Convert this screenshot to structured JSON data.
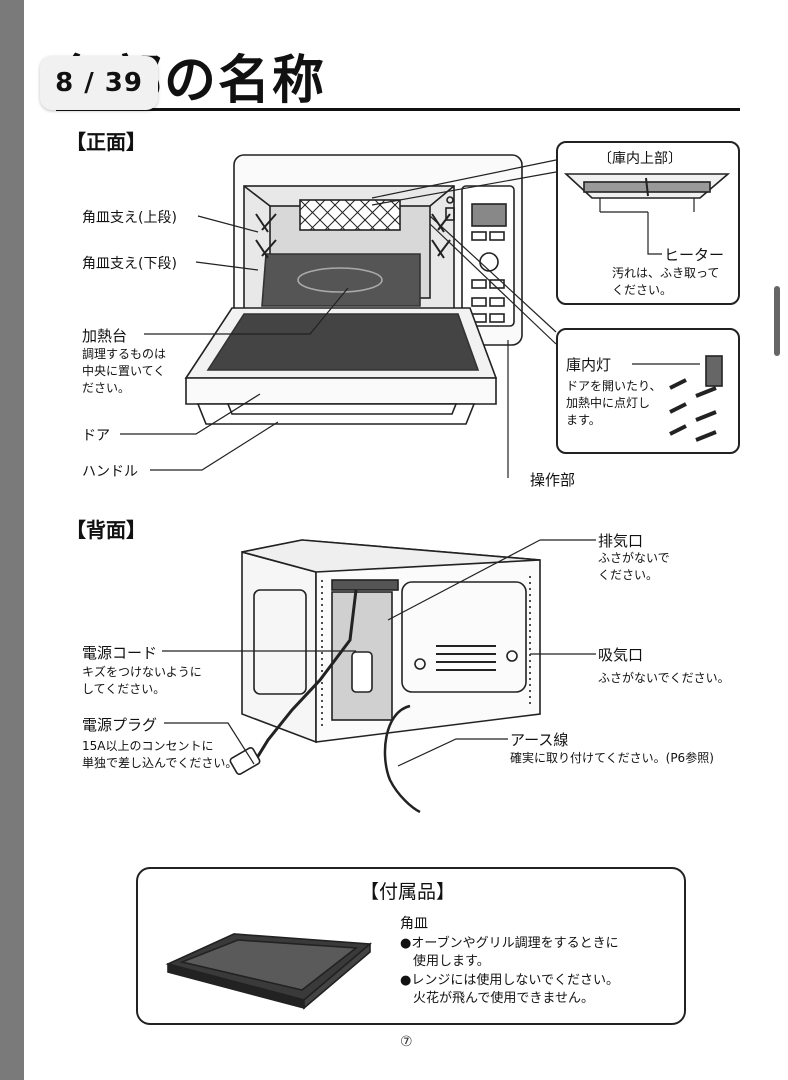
{
  "viewer": {
    "page_indicator": "8 / 39"
  },
  "document": {
    "title": "各部の名称",
    "page_number": "⑦"
  },
  "front": {
    "heading": "【正面】",
    "labels": {
      "rack_upper": "角皿支え(上段)",
      "rack_lower": "角皿支え(下段)",
      "heating_table": "加熱台",
      "heating_table_note": "調理するものは\n中央に置いてく\nださい。",
      "door": "ドア",
      "handle": "ハンドル",
      "control_panel": "操作部"
    },
    "callout_top": {
      "title": "〔庫内上部〕",
      "label": "ヒーター",
      "note": "汚れは、ふき取って\nください。"
    },
    "callout_light": {
      "label": "庫内灯",
      "note": "ドアを開いたり、\n加熱中に点灯し\nます。"
    }
  },
  "back": {
    "heading": "【背面】",
    "labels": {
      "exhaust": "排気口",
      "exhaust_note": "ふさがないで\nください。",
      "intake": "吸気口",
      "intake_note": "ふさがないでください。",
      "power_cord": "電源コード",
      "power_cord_note": "キズをつけないように\nしてください。",
      "power_plug": "電源プラグ",
      "power_plug_note": "15A以上のコンセントに\n単独で差し込んでください。",
      "earth_wire": "アース線",
      "earth_wire_note": "確実に取り付けてください。(P6参照)"
    }
  },
  "accessory": {
    "heading": "【付属品】",
    "item": "角皿",
    "bullet_1": "●オーブンやグリル調理をするときに\n　使用します。",
    "bullet_2": "●レンジには使用しないでください。\n　火花が飛んで使用できません。"
  }
}
